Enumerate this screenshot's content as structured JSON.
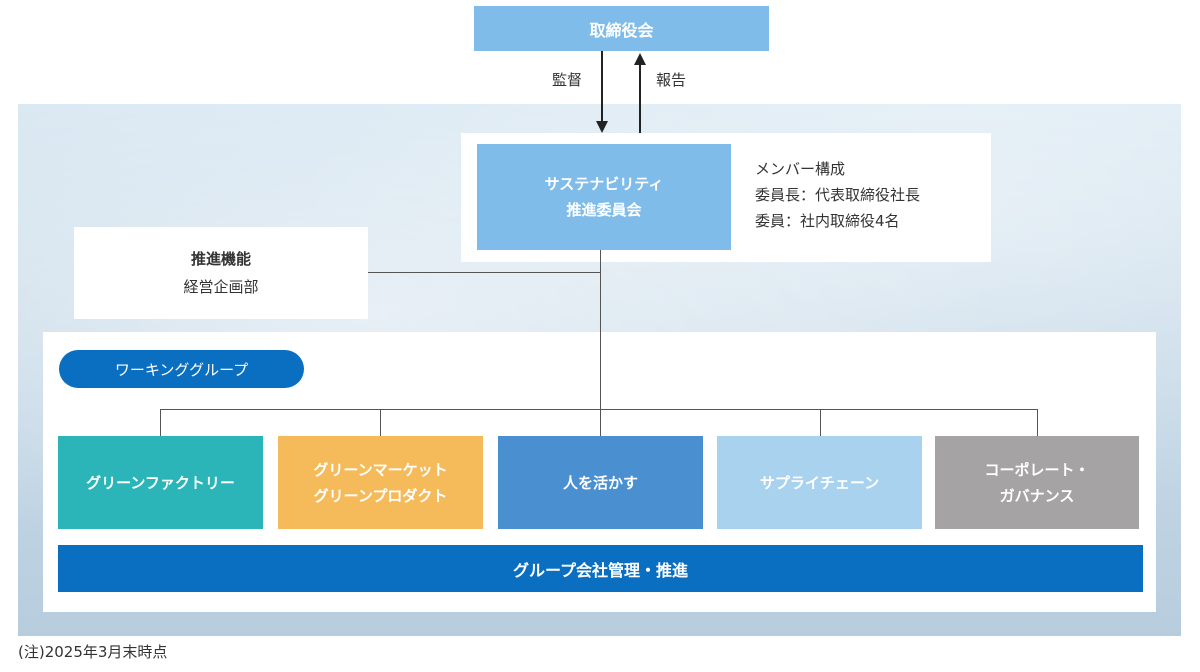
{
  "board": {
    "label": "取締役会"
  },
  "arrows": {
    "down_label": "監督",
    "up_label": "報告"
  },
  "committee": {
    "title_line1": "サステナビリティ",
    "title_line2": "推進委員会",
    "members": [
      "メンバー構成",
      "委員長：代表取締役社長",
      "委員：社内取締役4名"
    ]
  },
  "promotion": {
    "title": "推進機能",
    "dept": "経営企画部"
  },
  "working_group": {
    "label": "ワーキンググループ",
    "groups": [
      {
        "lines": [
          "グリーンファクトリー"
        ],
        "color": "#2bb5b8"
      },
      {
        "lines": [
          "グリーンマーケット",
          "グリーンプロダクト"
        ],
        "color": "#f5bb5b"
      },
      {
        "lines": [
          "人を活かす"
        ],
        "color": "#4a8fd0"
      },
      {
        "lines": [
          "サプライチェーン"
        ],
        "color": "#a9d2ef"
      },
      {
        "lines": [
          "コーポレート・",
          "ガバナンス"
        ],
        "color": "#a5a3a4"
      }
    ],
    "bottom_bar": "グループ会社管理・推進"
  },
  "note": "(注)2025年3月末時点"
}
